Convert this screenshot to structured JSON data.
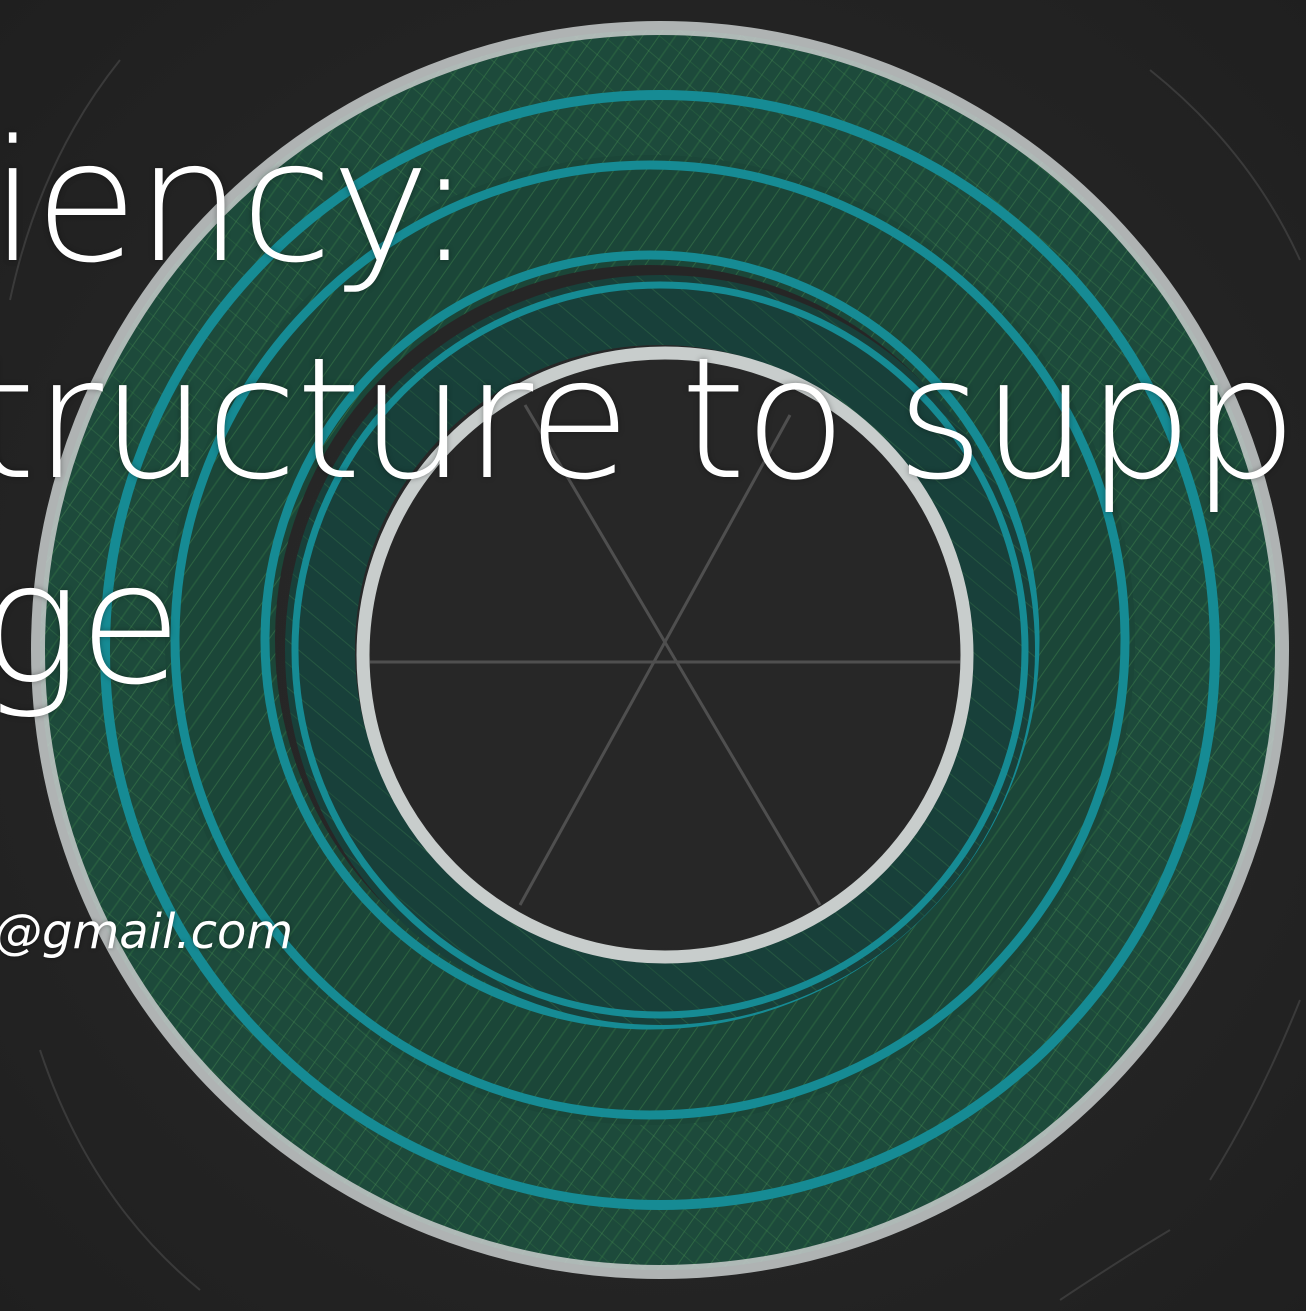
{
  "slide": {
    "title_lines": [
      "iency:",
      "tructure to supp",
      "ge"
    ],
    "email": "@gmail.com"
  },
  "colors": {
    "background": "#262626",
    "ring_green": "#2f6b43",
    "ring_teal": "#168b94",
    "ring_chalk": "#c8cdcc",
    "text": "#ffffff"
  },
  "art": {
    "motif": "concentric-spiral-rings"
  }
}
